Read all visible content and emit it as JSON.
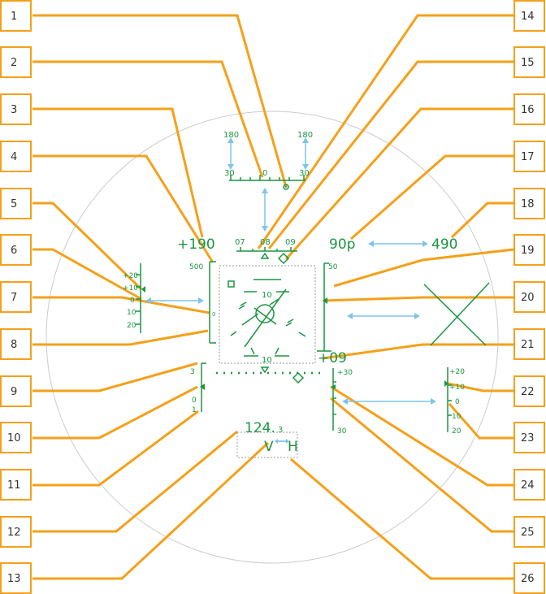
{
  "colors": {
    "callout": "#f5a01a",
    "symbology": "#1a9641",
    "dimension": "#7ec4e8",
    "frame": "#cccccc"
  },
  "callouts_left": [
    "1",
    "2",
    "3",
    "4",
    "5",
    "6",
    "7",
    "8",
    "9",
    "10",
    "11",
    "12",
    "13"
  ],
  "callouts_right": [
    "14",
    "15",
    "16",
    "17",
    "18",
    "19",
    "20",
    "21",
    "22",
    "23",
    "24",
    "25",
    "26"
  ],
  "heading_scale": {
    "left_top": "180",
    "left_bottom": "30",
    "center": "0",
    "right_top": "180",
    "right_bottom": "30"
  },
  "course_scale": {
    "left": "07",
    "center": "08",
    "right": "09"
  },
  "readouts": {
    "altitude_left": "+190",
    "speed_right": "490",
    "mode": "90p",
    "vertical": "+09"
  },
  "left_tape": {
    "top": "500",
    "bottom": "0"
  },
  "right_tape": {
    "top": "50"
  },
  "pitch_scale": [
    "+20",
    "+10",
    "0",
    "10",
    "20"
  ],
  "attitude": {
    "top_label": "10",
    "bottom_label": "10"
  },
  "trim_scale": {
    "top": "3",
    "mid": "0",
    "bottom": "1"
  },
  "slip_scale": {
    "top": "+30",
    "bottom": "30"
  },
  "right_pitch_scale": [
    "+20",
    "+10",
    "0",
    "10",
    "20"
  ],
  "frequency": {
    "value": "124.",
    "decimal": "3"
  },
  "mode_box": {
    "left": "V",
    "right": "H"
  }
}
